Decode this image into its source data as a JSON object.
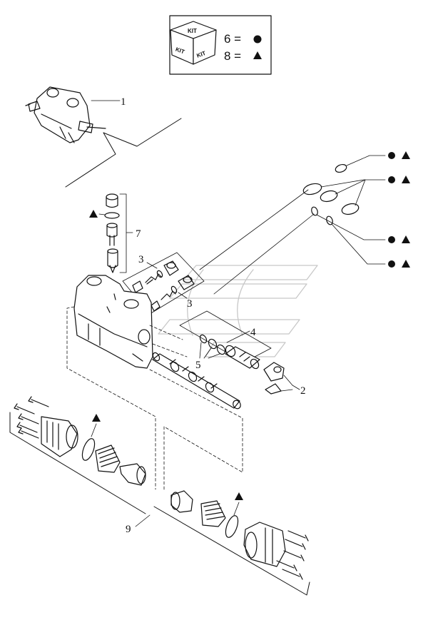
{
  "kit_legend": {
    "kit_label": "KIT",
    "rows": [
      {
        "value": "6 =",
        "symbol": "circle"
      },
      {
        "value": "8 =",
        "symbol": "triangle"
      }
    ]
  },
  "callouts": {
    "c1": "1",
    "c2": "2",
    "c3a": "3",
    "c3b": "3",
    "c4": "4",
    "c5": "5",
    "c7": "7",
    "c9": "9"
  },
  "symbols": {
    "circle_color": "#111111",
    "triangle_color": "#111111"
  }
}
